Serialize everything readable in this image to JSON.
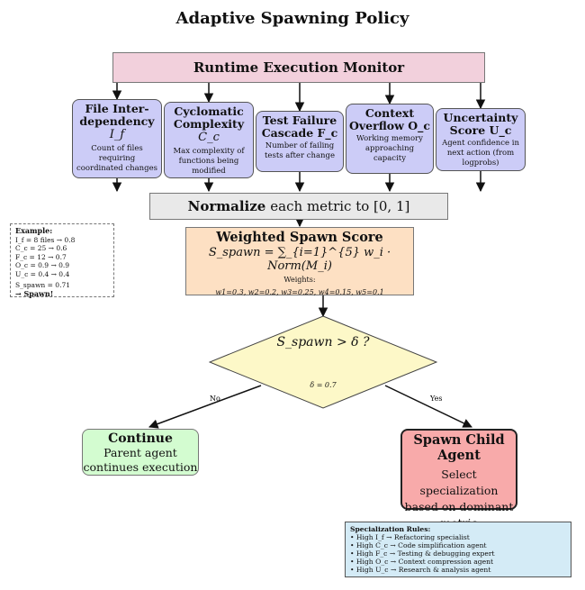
{
  "title": "Adaptive Spawning Policy",
  "monitor": "Runtime Execution Monitor",
  "metrics": [
    {
      "name": "File Inter-dependency",
      "symbol": "I_f",
      "desc": "Count of files requiring coordinated changes"
    },
    {
      "name": "Cyclomatic Complexity",
      "symbol": "C_c",
      "desc": "Max complexity of functions being modified"
    },
    {
      "name": "Test Failure Cascade F_c",
      "symbol": "",
      "desc": "Number of failing tests after change"
    },
    {
      "name": "Context Overflow O_c",
      "symbol": "",
      "desc": "Working memory approaching capacity"
    },
    {
      "name": "Uncertainty Score U_c",
      "symbol": "",
      "desc": "Agent confidence in next action (from logprobs)"
    }
  ],
  "normalize": {
    "bold": "Normalize",
    "rest": "each metric to [0, 1]"
  },
  "score": {
    "title": "Weighted Spawn Score",
    "formula": "S_spawn = ∑_{i=1}^{5} w_i · Norm(M_i)",
    "weights_label": "Weights:",
    "weights": "w1=0.3,  w2=0.2,  w3=0.25,  w4=0.15,  w5=0.1"
  },
  "decision": {
    "question": "S_spawn > δ ?",
    "threshold": "δ = 0.7",
    "no": "No",
    "yes": "Yes"
  },
  "continue": {
    "title": "Continue",
    "desc": "Parent agent continues execution"
  },
  "spawn": {
    "title": "Spawn Child Agent",
    "desc": "Select specialization based on dominant metric"
  },
  "example": {
    "title": "Example:",
    "lines": [
      "I_f = 8 files → 0.8",
      "C_c = 25 → 0.6",
      "F_c = 12 → 0.7",
      "O_c = 0.9 → 0.9",
      "U_c = 0.4 → 0.4"
    ],
    "result": "S_spawn = 0.71",
    "verdict": "→ Spawn!"
  },
  "rules": {
    "title": "Specialization Rules:",
    "items": [
      "• High I_f → Refactoring specialist",
      "• High C_c → Code simplification agent",
      "• High F_c → Testing & debugging expert",
      "• High O_c → Context compression agent",
      "• High U_c → Research & analysis agent"
    ]
  }
}
